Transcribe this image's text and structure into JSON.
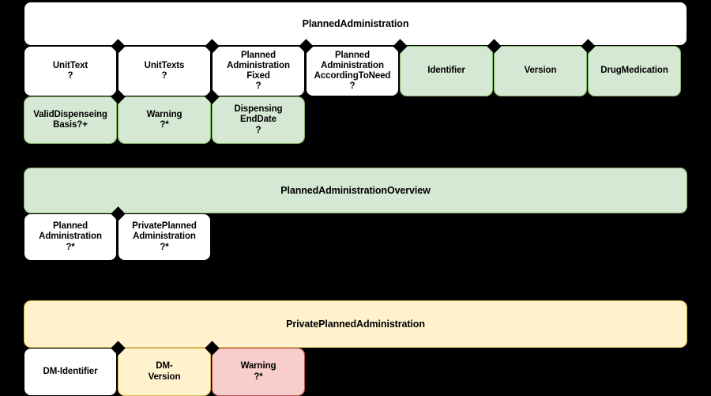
{
  "diagram": {
    "background_color": "#000000",
    "title_text_color": "#000000",
    "palette": {
      "white_fill": "#ffffff",
      "white_border": "#000000",
      "green_fill": "#d5e8d4",
      "green_border": "#82b366",
      "cream_fill": "#fff2cc",
      "cream_border": "#d6b656",
      "pink_fill": "#f8cecc",
      "pink_border": "#b85450",
      "connector_color": "#000000"
    }
  },
  "groups": [
    {
      "id": "planned-administration",
      "header": {
        "label": "PlannedAdministration",
        "style": "white"
      },
      "rows": [
        {
          "attributes": [
            {
              "label": "UnitText\n?",
              "style": "white"
            },
            {
              "label": "UnitTexts\n?",
              "style": "white"
            },
            {
              "label": "Planned\nAdministration\nFixed\n?",
              "style": "white"
            },
            {
              "label": "Planned\nAdministration\nAccordingToNeed\n?",
              "style": "white"
            },
            {
              "label": "Identifier",
              "style": "green"
            },
            {
              "label": "Version",
              "style": "green"
            },
            {
              "label": "DrugMedication",
              "style": "green"
            }
          ]
        },
        {
          "attributes": [
            {
              "label": "ValidDispenseing\nBasis?+",
              "style": "green"
            },
            {
              "label": "Warning\n?*",
              "style": "green"
            },
            {
              "label": "Dispensing\nEndDate\n?",
              "style": "green"
            }
          ]
        }
      ]
    },
    {
      "id": "planned-administration-overview",
      "header": {
        "label": "PlannedAdministrationOverview",
        "style": "green"
      },
      "rows": [
        {
          "attributes": [
            {
              "label": "Planned\nAdministration\n?*",
              "style": "white"
            },
            {
              "label": "PrivatePlanned\nAdministration\n?*",
              "style": "white"
            }
          ]
        }
      ]
    },
    {
      "id": "private-planned-administration",
      "header": {
        "label": "PrivatePlannedAdministration",
        "style": "cream"
      },
      "rows": [
        {
          "attributes": [
            {
              "label": "DM-Identifier",
              "style": "white"
            },
            {
              "label": "DM-\nVersion",
              "style": "cream"
            },
            {
              "label": "Warning\n?*",
              "style": "pink"
            }
          ]
        }
      ]
    }
  ]
}
